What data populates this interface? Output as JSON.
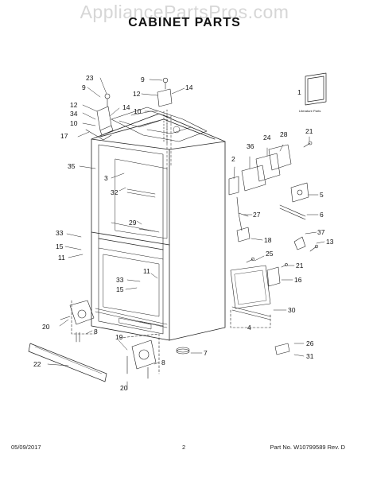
{
  "watermark": "AppliancePartsPros.com",
  "title": "CABINET PARTS",
  "literature_label": "Literature Parts",
  "footer": {
    "date": "05/09/2017",
    "page": "2",
    "part_info": "Part No. W10799589 Rev. D"
  },
  "callouts": [
    {
      "id": "c23a",
      "text": "23"
    },
    {
      "id": "c9a",
      "text": "9"
    },
    {
      "id": "c12a",
      "text": "12"
    },
    {
      "id": "c34",
      "text": "34"
    },
    {
      "id": "c10a",
      "text": "10"
    },
    {
      "id": "c17",
      "text": "17"
    },
    {
      "id": "c14a",
      "text": "14"
    },
    {
      "id": "c9b",
      "text": "9"
    },
    {
      "id": "c12b",
      "text": "12"
    },
    {
      "id": "c14b",
      "text": "14"
    },
    {
      "id": "c10b",
      "text": "10"
    },
    {
      "id": "c1",
      "text": "1"
    },
    {
      "id": "c35",
      "text": "35"
    },
    {
      "id": "c3",
      "text": "3"
    },
    {
      "id": "c32",
      "text": "32"
    },
    {
      "id": "c29",
      "text": "29"
    },
    {
      "id": "c33a",
      "text": "33"
    },
    {
      "id": "c15a",
      "text": "15"
    },
    {
      "id": "c11a",
      "text": "11"
    },
    {
      "id": "c11b",
      "text": "11"
    },
    {
      "id": "c33b",
      "text": "33"
    },
    {
      "id": "c15b",
      "text": "15"
    },
    {
      "id": "c28",
      "text": "28"
    },
    {
      "id": "c24",
      "text": "24"
    },
    {
      "id": "c36",
      "text": "36"
    },
    {
      "id": "c21a",
      "text": "21"
    },
    {
      "id": "c2",
      "text": "2"
    },
    {
      "id": "c5",
      "text": "5"
    },
    {
      "id": "c27",
      "text": "27"
    },
    {
      "id": "c6",
      "text": "6"
    },
    {
      "id": "c18",
      "text": "18"
    },
    {
      "id": "c37",
      "text": "37"
    },
    {
      "id": "c13",
      "text": "13"
    },
    {
      "id": "c25",
      "text": "25"
    },
    {
      "id": "c21b",
      "text": "21"
    },
    {
      "id": "c16",
      "text": "16"
    },
    {
      "id": "c30",
      "text": "30"
    },
    {
      "id": "c4",
      "text": "4"
    },
    {
      "id": "c20a",
      "text": "20"
    },
    {
      "id": "c8a",
      "text": "8"
    },
    {
      "id": "c19",
      "text": "19"
    },
    {
      "id": "c22",
      "text": "22"
    },
    {
      "id": "c8b",
      "text": "8"
    },
    {
      "id": "c7",
      "text": "7"
    },
    {
      "id": "c26",
      "text": "26"
    },
    {
      "id": "c31",
      "text": "31"
    },
    {
      "id": "c20b",
      "text": "20"
    }
  ]
}
